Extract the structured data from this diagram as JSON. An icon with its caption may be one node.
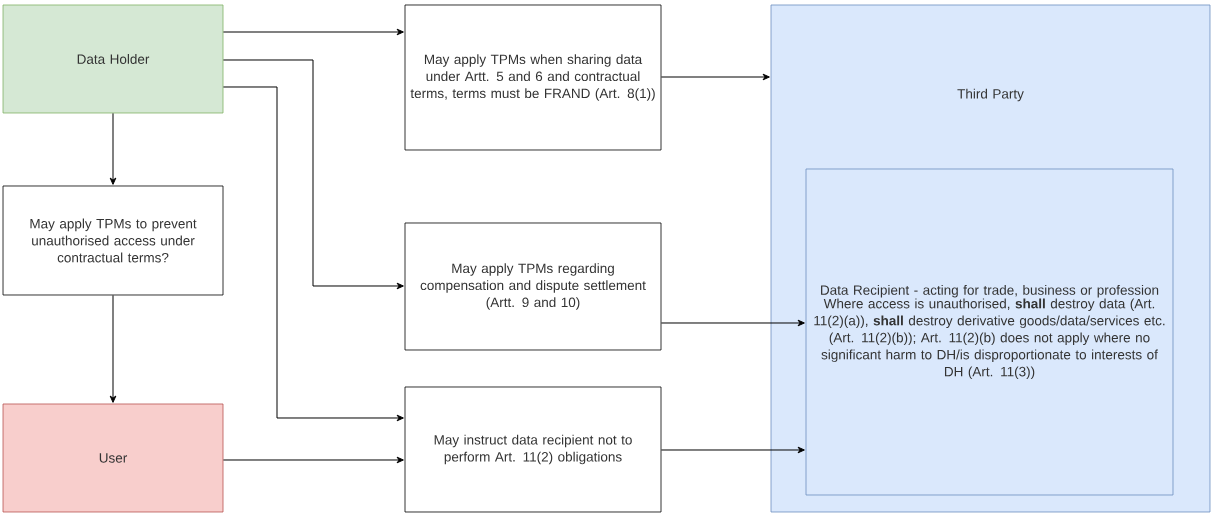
{
  "diagram": {
    "nodes": [
      {
        "text": [
          "Data Holder"
        ]
      },
      {
        "text": [
          "May apply TPMs to prevent unauthorised access under contractual terms?"
        ]
      },
      {
        "text": [
          "User"
        ]
      },
      {
        "text": [
          "May apply TPMs when sharing data under Artt. 5 and 6 and contractual terms, terms must be FRAND (Art. 8(1))"
        ]
      },
      {
        "text": [
          "May apply TPMs regarding compensation and dispute settlement (Artt. 9 and 10)"
        ]
      },
      {
        "text": [
          "May instruct data recipient not to perform Art. 11(2) obligations"
        ]
      },
      {
        "text": [
          "Third Party"
        ]
      },
      {
        "text": [
          "Data Recipient - acting for trade, business or profession",
          "Where access is unauthorised, **shall** destroy data (Art. 11(2)(a)), **shall** destroy derivative goods/data/services etc. (Art. 11(2)(b)); Art. 11(2)(b) does not apply where no significant harm to DH/is disproportionate to interests of DH (Art. 11(3))"
        ],
        "in": 6
      }
    ],
    "edges": [
      {
        "from": 0,
        "to": 3,
        "arrow": "to"
      },
      {
        "from": 0,
        "to": 4,
        "arrow": "to"
      },
      {
        "from": 0,
        "to": 5,
        "arrow": "to"
      },
      {
        "from": 0,
        "to": 1,
        "arrow": "to"
      },
      {
        "from": 1,
        "to": 2,
        "arrow": "to"
      },
      {
        "from": 2,
        "to": 5,
        "arrow": "to"
      },
      {
        "from": 3,
        "to": 6,
        "arrow": "to"
      },
      {
        "from": 4,
        "to": 7,
        "arrow": "to"
      },
      {
        "from": 5,
        "to": 7,
        "arrow": "to"
      }
    ]
  }
}
